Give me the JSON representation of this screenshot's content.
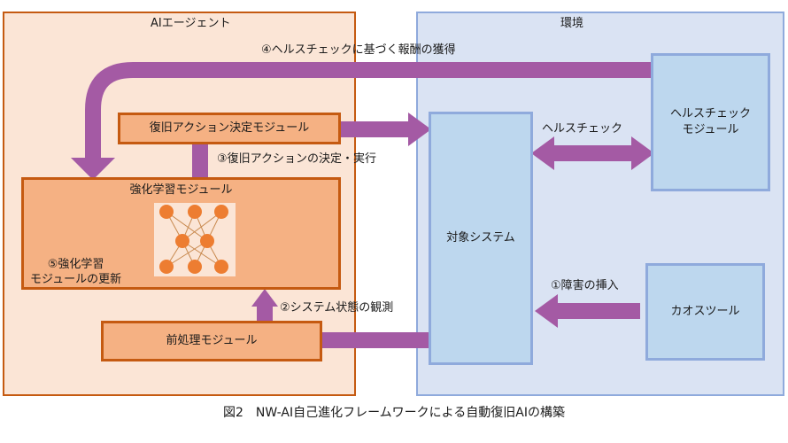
{
  "agent": {
    "title": "AIエージェント",
    "recovery_module": "復旧アクション決定モジュール",
    "rl_module": "強化学習モジュール",
    "preprocess_module": "前処理モジュール",
    "rl_update_label": "⑤強化学習\nモジュールの更新"
  },
  "environment": {
    "title": "環境",
    "target_system": "対象システム",
    "healthcheck_module": "ヘルスチェック\nモジュール",
    "chaos_tool": "カオスツール"
  },
  "arrows": {
    "reward": "④ヘルスチェックに基づく報酬の獲得",
    "decide_execute": "③復旧アクションの決定・実行",
    "healthcheck": "ヘルスチェック",
    "observe": "②システム状態の観測",
    "inject_fault": "①障害の挿入"
  },
  "caption": "図2　NW-AI自己進化フレームワークによる自動復旧AIの構築",
  "colors": {
    "agent_bg": "#fbe5d6",
    "agent_border": "#c55a11",
    "env_bg": "#dae3f3",
    "env_border": "#8faadc",
    "arrow": "#a45aa4",
    "neuron": "#ed7d31"
  }
}
